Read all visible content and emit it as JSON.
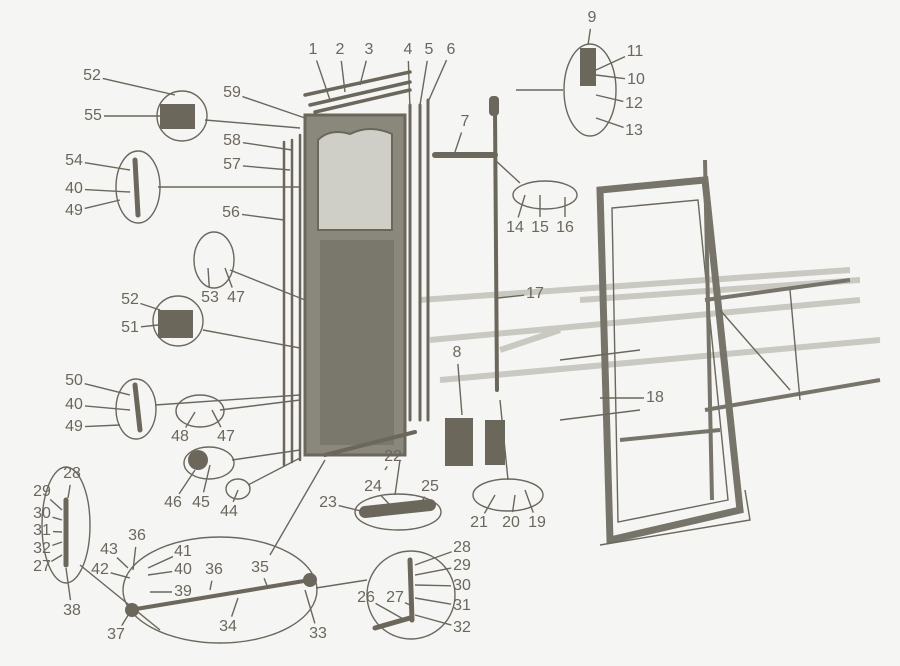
{
  "title": "Door assembly exploded parts diagram",
  "callouts": [
    "1",
    "2",
    "3",
    "4",
    "5",
    "6",
    "9",
    "11",
    "10",
    "12",
    "13",
    "52",
    "59",
    "55",
    "58",
    "57",
    "54",
    "40",
    "49",
    "56",
    "7",
    "14",
    "15",
    "16",
    "53",
    "47",
    "52",
    "51",
    "17",
    "8",
    "50",
    "40",
    "49",
    "18",
    "48",
    "47",
    "22",
    "46",
    "45",
    "44",
    "23",
    "24",
    "25",
    "21",
    "20",
    "19",
    "28",
    "29",
    "30",
    "31",
    "32",
    "27",
    "38",
    "36",
    "43",
    "41",
    "42",
    "40",
    "39",
    "36",
    "35",
    "34",
    "37",
    "33",
    "28",
    "29",
    "30",
    "31",
    "27",
    "26",
    "32"
  ],
  "colors": {
    "ink": "#6b675b",
    "background": "#f5f5f3"
  }
}
